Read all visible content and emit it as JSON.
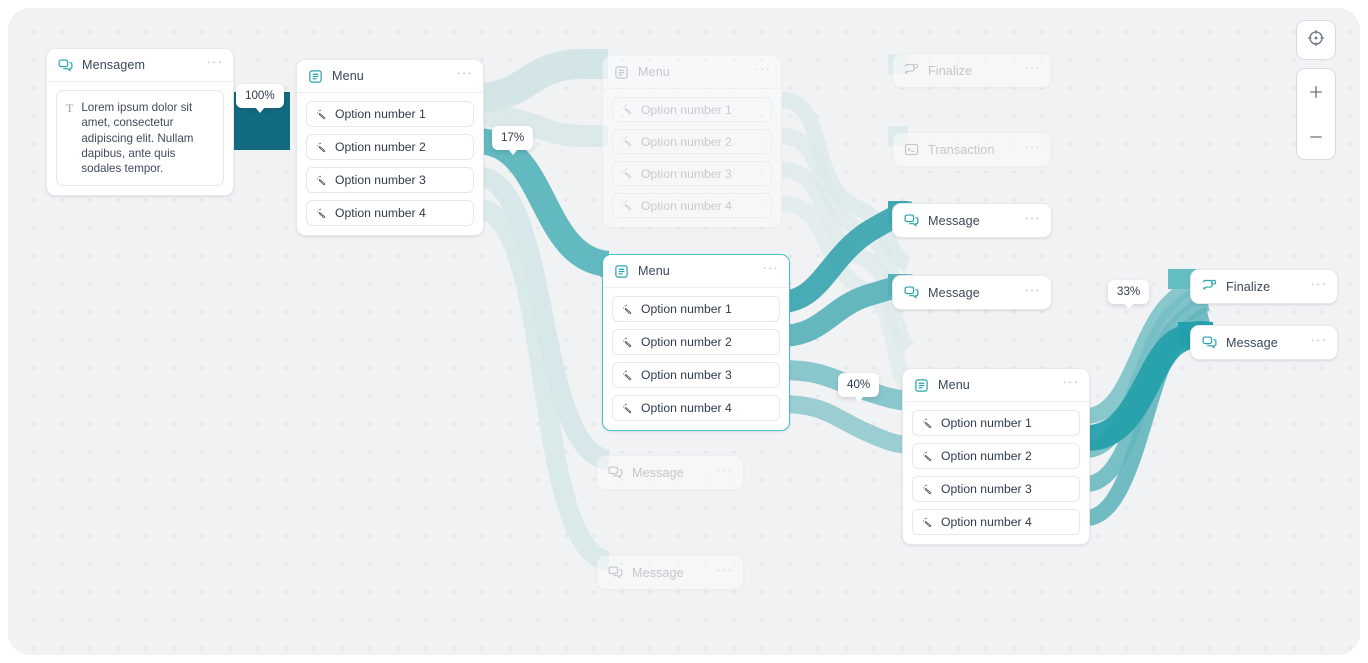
{
  "canvas": {
    "background": "#f1f2f4",
    "accent": "#2aa3ae",
    "accent_dark": "#126b80"
  },
  "controls": {
    "fit_label": "fit-to-screen",
    "zoom_in_label": "+",
    "zoom_out_label": "–"
  },
  "badges": [
    {
      "id": "b100",
      "value": "100%"
    },
    {
      "id": "b17",
      "value": "17%"
    },
    {
      "id": "b40",
      "value": "40%"
    },
    {
      "id": "b33",
      "value": "33%"
    }
  ],
  "nodes": [
    {
      "id": "n-mensagem",
      "type": "message",
      "title": "Mensagem",
      "icon": "chat-bubbles-icon",
      "state": "active",
      "menu_label": "···",
      "text": "Lorem ipsum dolor sit amet, consectetur adipiscing elit. Nullam dapibus, ante quis sodales tempor."
    },
    {
      "id": "n-menu-1",
      "type": "menu",
      "title": "Menu",
      "icon": "menu-list-icon",
      "state": "active",
      "menu_label": "···",
      "options": [
        "Option number 1",
        "Option number 2",
        "Option number 3",
        "Option number 4"
      ]
    },
    {
      "id": "n-menu-2",
      "type": "menu",
      "title": "Menu",
      "icon": "menu-list-icon",
      "state": "faded",
      "menu_label": "···",
      "options": [
        "Option number 1",
        "Option number 2",
        "Option number 3",
        "Option number 4"
      ]
    },
    {
      "id": "n-menu-3",
      "type": "menu",
      "title": "Menu",
      "icon": "menu-list-icon",
      "state": "selected",
      "menu_label": "···",
      "options": [
        "Option number 1",
        "Option number 2",
        "Option number 3",
        "Option number 4"
      ]
    },
    {
      "id": "n-menu-4",
      "type": "menu",
      "title": "Menu",
      "icon": "menu-list-icon",
      "state": "active",
      "menu_label": "···",
      "options": [
        "Option number 1",
        "Option number 2",
        "Option number 3",
        "Option number 4"
      ]
    },
    {
      "id": "n-finalize-1",
      "type": "finalize",
      "title": "Finalize",
      "icon": "chat-check-icon",
      "state": "faded",
      "menu_label": "···"
    },
    {
      "id": "n-transaction",
      "type": "transaction",
      "title": "Transaction",
      "icon": "terminal-window-icon",
      "state": "faded",
      "menu_label": "···"
    },
    {
      "id": "n-message-a",
      "type": "message",
      "title": "Message",
      "icon": "chat-bubbles-icon",
      "state": "active",
      "menu_label": "···"
    },
    {
      "id": "n-message-b",
      "type": "message",
      "title": "Message",
      "icon": "chat-bubbles-icon",
      "state": "active",
      "menu_label": "···"
    },
    {
      "id": "n-message-c",
      "type": "message",
      "title": "Message",
      "icon": "chat-bubbles-icon",
      "state": "faded",
      "menu_label": "···"
    },
    {
      "id": "n-message-d",
      "type": "message",
      "title": "Message",
      "icon": "chat-bubbles-icon",
      "state": "faded",
      "menu_label": "···"
    },
    {
      "id": "n-finalize-2",
      "type": "finalize",
      "title": "Finalize",
      "icon": "chat-check-icon",
      "state": "active",
      "menu_label": "···"
    },
    {
      "id": "n-message-e",
      "type": "message",
      "title": "Message",
      "icon": "chat-bubbles-icon",
      "state": "active",
      "menu_label": "···"
    }
  ]
}
